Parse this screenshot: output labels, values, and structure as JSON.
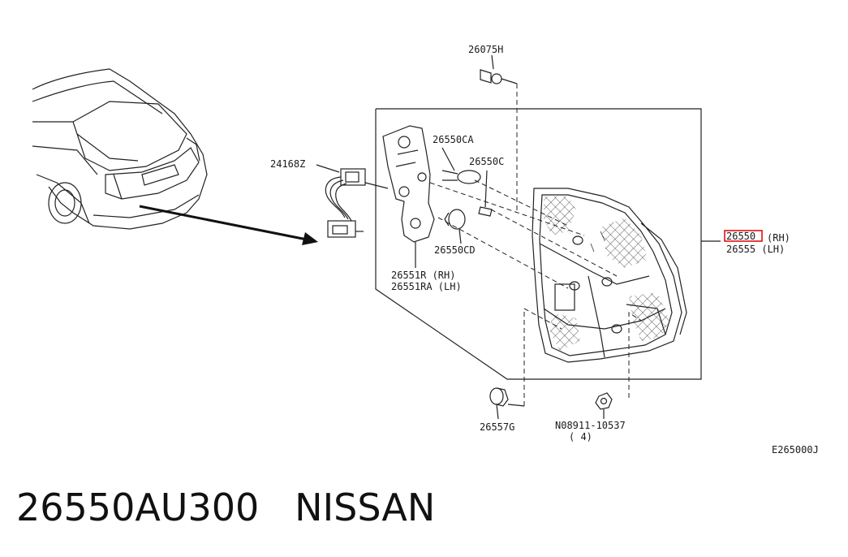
{
  "diagram": {
    "labels": {
      "p26075H": "26075H",
      "p24168Z": "24168Z",
      "p26550CA": "26550CA",
      "p26550C": "26550C",
      "p26550CD": "26550CD",
      "p26551R": "26551R  (RH)",
      "p26551RA": "26551RA (LH)",
      "p26550": "26550",
      "p26550_rh": "(RH)",
      "p26555": "26555 (LH)",
      "p26557G": "26557G",
      "n08911": "N08911-10537",
      "qty4": "( 4)",
      "code": "E265000J"
    },
    "highlight_color": "#e00000"
  },
  "title": {
    "part_number": "26550AU300",
    "brand": "NISSAN"
  }
}
